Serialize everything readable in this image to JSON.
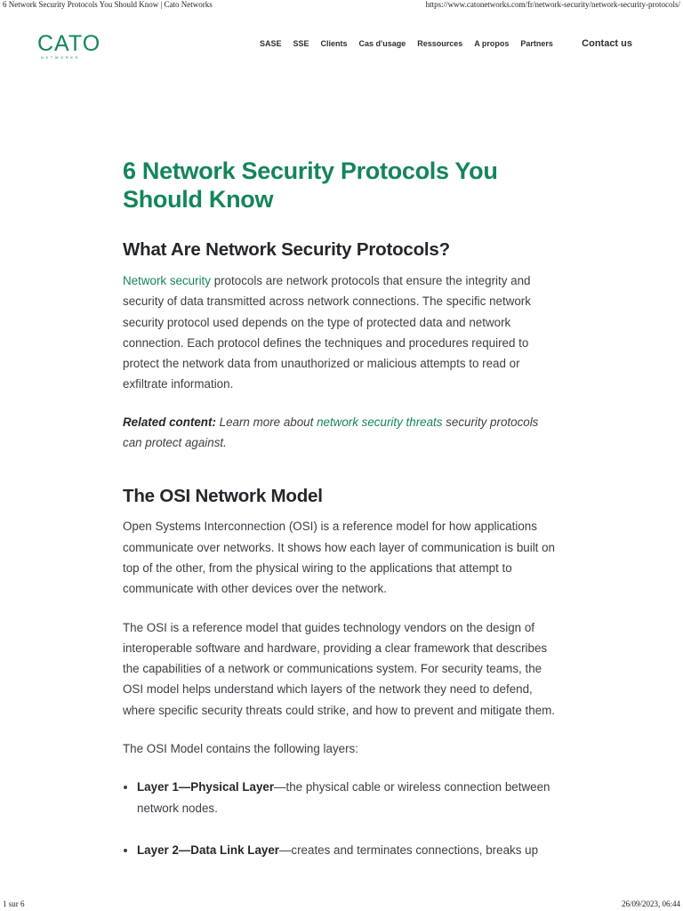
{
  "print": {
    "title": "6 Network Security Protocols You Should Know | Cato Networks",
    "url": "https://www.catonetworks.com/fr/network-security/network-security-protocols/",
    "page": "1 sur 6",
    "datetime": "26/09/2023, 06:44"
  },
  "nav": {
    "logo_text": "CATO",
    "logo_sub": "NETWORKS",
    "links": [
      "SASE",
      "SSE",
      "Clients",
      "Cas d'usage",
      "Ressources",
      "A propos",
      "Partners"
    ],
    "contact": "Contact us",
    "brand_color": "#15855b"
  },
  "article": {
    "title": "6 Network Security Protocols You Should Know",
    "h2_what": "What Are Network Security Protocols?",
    "p1_link": "Network security",
    "p1_rest": " protocols are network protocols that ensure the integrity and security of data transmitted across network connections. The specific network security protocol used depends on the type of protected data and network connection. Each protocol defines the techniques and procedures required to protect the network data from unauthorized or malicious attempts to read or exfiltrate information.",
    "related_label": "Related content:",
    "related_pre": " Learn more about ",
    "related_link": "network security threats",
    "related_post": " security protocols can protect against.",
    "h2_osi": "The OSI Network Model",
    "osi_p1": "Open Systems Interconnection (OSI) is a reference model for how applications communicate over networks. It shows how each layer of communication is built on top of the other, from the physical wiring to the applications that attempt to communicate with other devices over the network.",
    "osi_p2": "The OSI is a reference model that guides technology vendors on the design of interoperable software and hardware, providing a clear framework that describes the capabilities of a network or communications system. For security teams, the OSI model helps understand which layers of the network they need to defend, where specific security threats could strike, and how to prevent and mitigate them.",
    "osi_p3": "The OSI Model contains the following layers:",
    "layers": [
      {
        "name": "Layer 1—Physical Layer",
        "desc": "—the physical cable or wireless connection between network nodes."
      },
      {
        "name": "Layer 2—Data Link Layer",
        "desc": "—creates and terminates connections, breaks up"
      }
    ]
  }
}
